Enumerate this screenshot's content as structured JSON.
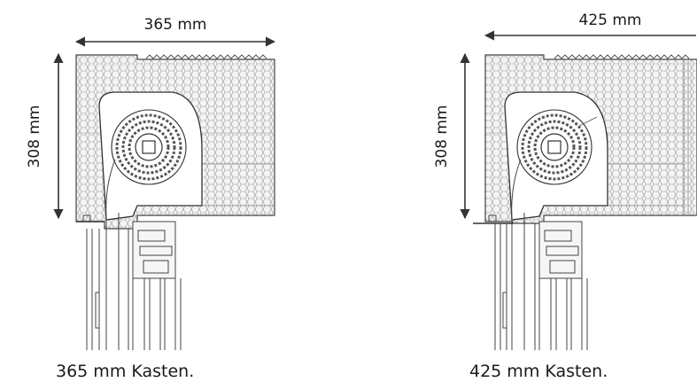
{
  "diagrams": [
    {
      "width_label": "365 mm",
      "height_label": "308 mm",
      "caption": "365 mm Kasten."
    },
    {
      "width_label": "425 mm",
      "height_label": "308 mm",
      "caption": "425 mm Kasten."
    }
  ],
  "colors": {
    "line": "#333333",
    "hatch": "#8a8a8a",
    "box_fill": "#f2f2f2",
    "background": "#ffffff"
  }
}
